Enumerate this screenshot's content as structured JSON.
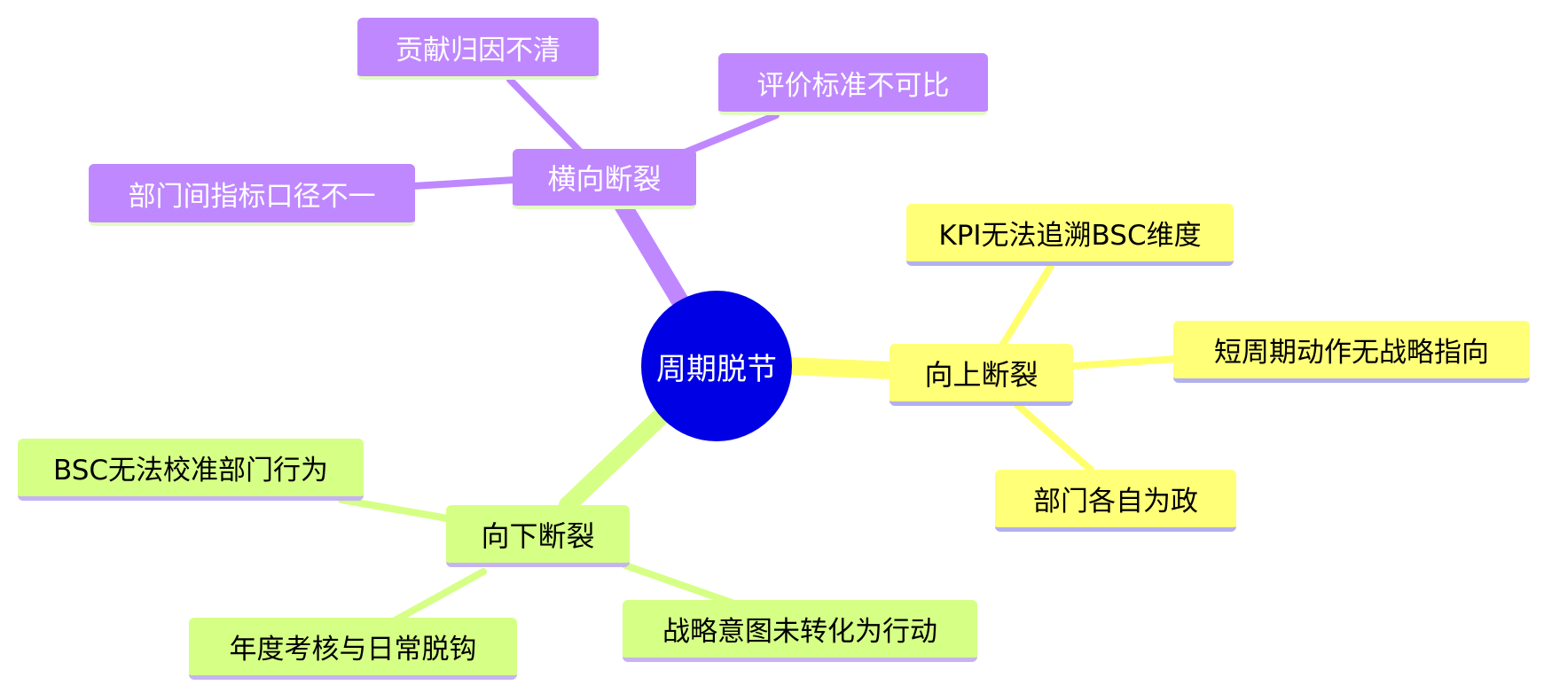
{
  "colors": {
    "root": "#0000e5",
    "purple": "#bf88ff",
    "purple_edge": "#bf88ff",
    "yellow": "#ffff78",
    "yellow_edge": "#ffff6e",
    "green": "#d6ff85",
    "green_edge": "#d6ff85"
  },
  "root": {
    "label": "周期脱节"
  },
  "branches": [
    {
      "id": "horizontal",
      "label": "横向断裂",
      "color": "purple",
      "leaves": [
        {
          "label": "贡献归因不清"
        },
        {
          "label": "评价标准不可比"
        },
        {
          "label": "部门间指标口径不一"
        }
      ]
    },
    {
      "id": "upward",
      "label": "向上断裂",
      "color": "yellow",
      "leaves": [
        {
          "label": "KPI无法追溯BSC维度"
        },
        {
          "label": "短周期动作无战略指向"
        },
        {
          "label": "部门各自为政"
        }
      ]
    },
    {
      "id": "downward",
      "label": "向下断裂",
      "color": "green",
      "leaves": [
        {
          "label": "BSC无法校准部门行为"
        },
        {
          "label": "年度考核与日常脱钩"
        },
        {
          "label": "战略意图未转化为行动"
        }
      ]
    }
  ]
}
